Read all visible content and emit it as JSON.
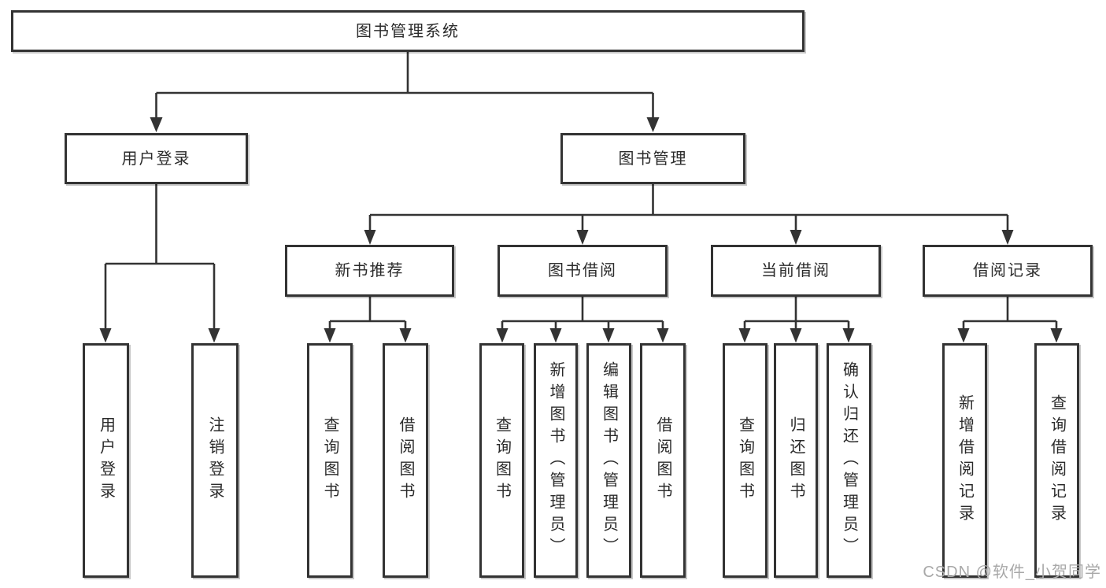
{
  "diagram": {
    "tree": {
      "label": "图书管理系统",
      "children": [
        {
          "label": "用户登录",
          "children": [
            {
              "label": "用户登录"
            },
            {
              "label": "注销登录"
            }
          ]
        },
        {
          "label": "图书管理",
          "children": [
            {
              "label": "新书推荐",
              "children": [
                {
                  "label": "查询图书"
                },
                {
                  "label": "借阅图书"
                }
              ]
            },
            {
              "label": "图书借阅",
              "children": [
                {
                  "label": "查询图书"
                },
                {
                  "label": "新增图书（管理员）"
                },
                {
                  "label": "编辑图书（管理员）"
                },
                {
                  "label": "借阅图书"
                }
              ]
            },
            {
              "label": "当前借阅",
              "children": [
                {
                  "label": "查询图书"
                },
                {
                  "label": "归还图书"
                },
                {
                  "label": "确认归还（管理员）"
                }
              ]
            },
            {
              "label": "借阅记录",
              "children": [
                {
                  "label": "新增借阅记录"
                },
                {
                  "label": "查询借阅记录"
                }
              ]
            }
          ]
        }
      ]
    }
  },
  "watermark": {
    "text": "CSDN @软件_小贺同学"
  },
  "colors": {
    "line": "#333333",
    "box_border": "#333333",
    "text": "#2b2b2b",
    "watermark": "#a8a8a8",
    "background": "#ffffff"
  }
}
